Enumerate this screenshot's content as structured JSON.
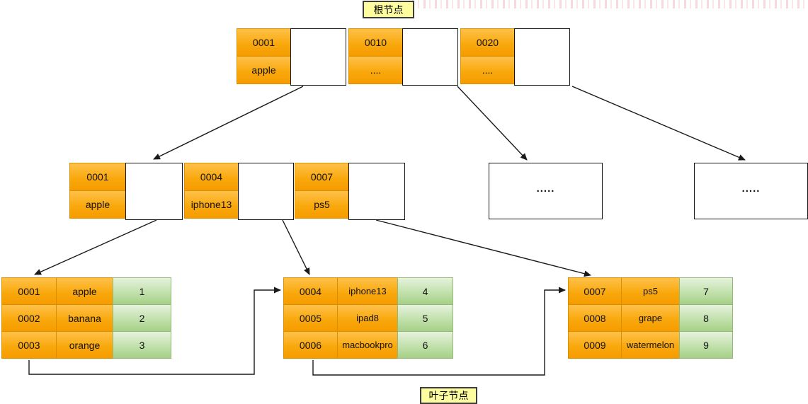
{
  "labels": {
    "root_node": "根节点",
    "leaf_node": "叶子节点"
  },
  "root_node": {
    "entries": [
      {
        "key": "0001",
        "value": "apple"
      },
      {
        "key": "0010",
        "value": "...."
      },
      {
        "key": "0020",
        "value": "...."
      }
    ]
  },
  "internal_node": {
    "entries": [
      {
        "key": "0001",
        "value": "apple"
      },
      {
        "key": "0004",
        "value": "iphone13"
      },
      {
        "key": "0007",
        "value": "ps5"
      }
    ]
  },
  "collapsed_nodes": [
    {
      "text": "....."
    },
    {
      "text": "....."
    }
  ],
  "leaf_nodes": [
    {
      "rows": [
        {
          "id": "0001",
          "name": "apple",
          "value": "1"
        },
        {
          "id": "0002",
          "name": "banana",
          "value": "2"
        },
        {
          "id": "0003",
          "name": "orange",
          "value": "3"
        }
      ]
    },
    {
      "rows": [
        {
          "id": "0004",
          "name": "iphone13",
          "value": "4"
        },
        {
          "id": "0005",
          "name": "ipad8",
          "value": "5"
        },
        {
          "id": "0006",
          "name": "macbookpro",
          "value": "6"
        }
      ]
    },
    {
      "rows": [
        {
          "id": "0007",
          "name": "ps5",
          "value": "7"
        },
        {
          "id": "0008",
          "name": "grape",
          "value": "8"
        },
        {
          "id": "0009",
          "name": "watermelon",
          "value": "9"
        }
      ]
    }
  ],
  "colors": {
    "cell_orange_top": "#ffc14a",
    "cell_orange_bottom": "#f59b00",
    "cell_green_top": "#e6f2dd",
    "cell_green_bottom": "#a7d087",
    "label_bg": "#fdfc9f",
    "arrow": "#1a1a1a"
  }
}
